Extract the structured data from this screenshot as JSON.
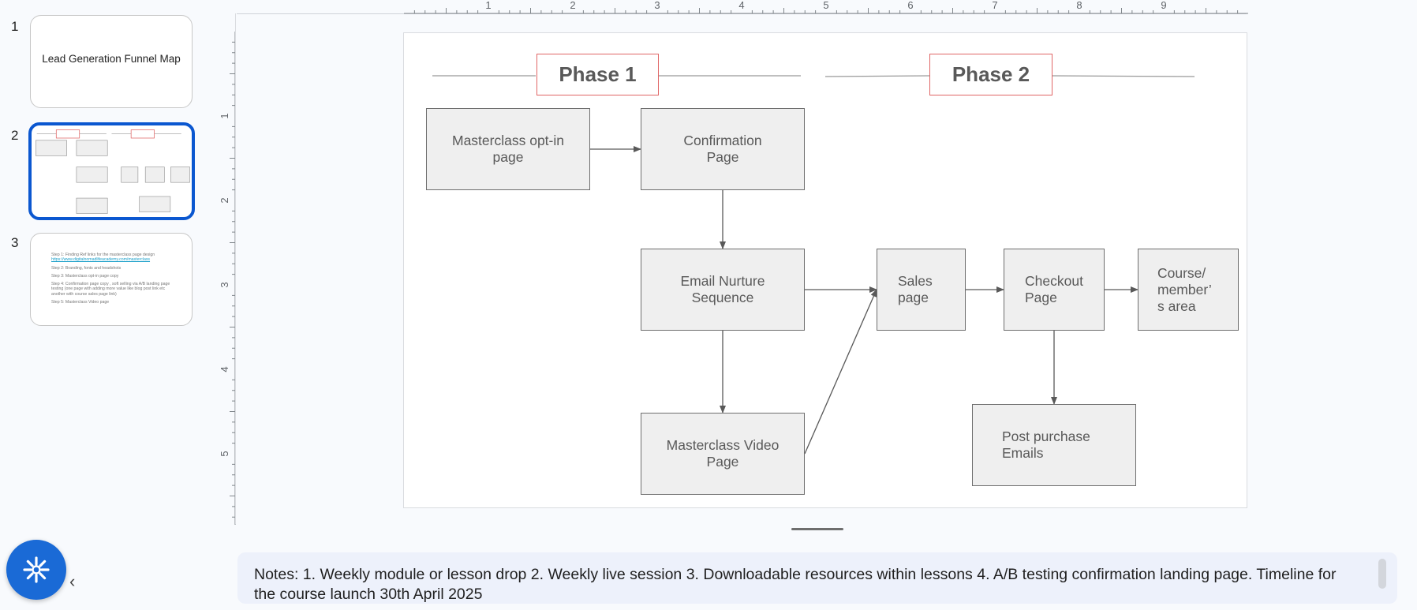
{
  "filmstrip": {
    "slides": [
      {
        "number": "1",
        "title": "Lead Generation Funnel Map"
      },
      {
        "number": "2",
        "selected": true
      },
      {
        "number": "3",
        "lines": [
          "Step 1: Finding Ref links for the masterclass page design",
          "https://www.digitalnomadlifeacademy.com/masterclass",
          "Step 2: Branding, fonts and headshots",
          "Step 3: Masterclass opt-in page copy",
          "Step 4: Confirmation page copy , soft selling via A/B landing page testing (one page with adding more value like blog post link etc another with course sales page link)",
          "Step 5: Masterclass Video page"
        ]
      }
    ]
  },
  "rulers": {
    "horizontal": [
      "1",
      "2",
      "3",
      "4",
      "5",
      "6",
      "7",
      "8",
      "9"
    ],
    "vertical": [
      "1",
      "2",
      "3",
      "4",
      "5"
    ]
  },
  "diagram": {
    "phases": [
      {
        "id": "phase1",
        "label": "Phase 1"
      },
      {
        "id": "phase2",
        "label": "Phase 2"
      }
    ],
    "nodes": [
      {
        "id": "optin",
        "label": "Masterclass opt-in\npage"
      },
      {
        "id": "confirmation",
        "label": "Confirmation\nPage"
      },
      {
        "id": "nurture",
        "label": "Email Nurture\nSequence"
      },
      {
        "id": "video",
        "label": "Masterclass Video\nPage"
      },
      {
        "id": "sales",
        "label": "Sales\npage"
      },
      {
        "id": "checkout",
        "label": "Checkout\nPage"
      },
      {
        "id": "members",
        "label": "Course/\nmember’\ns  area"
      },
      {
        "id": "postpurchase",
        "label": "Post purchase\nEmails"
      }
    ],
    "edges": [
      {
        "from": "optin",
        "to": "confirmation"
      },
      {
        "from": "confirmation",
        "to": "nurture"
      },
      {
        "from": "nurture",
        "to": "video"
      },
      {
        "from": "nurture",
        "to": "sales"
      },
      {
        "from": "video",
        "to": "sales"
      },
      {
        "from": "sales",
        "to": "checkout"
      },
      {
        "from": "checkout",
        "to": "members"
      },
      {
        "from": "checkout",
        "to": "postpurchase"
      }
    ],
    "colors": {
      "phase_border": "#e06666",
      "node_fill": "#efefef",
      "node_border": "#6e6e6e",
      "text": "#595959"
    }
  },
  "notes": {
    "text": "Notes: 1. Weekly module or lesson drop 2. Weekly live session 3. Downloadable resources within lessons 4. A/B testing confirmation landing page. Timeline for the course launch 30th April 2025"
  },
  "accent_color": "#1a6ad6"
}
